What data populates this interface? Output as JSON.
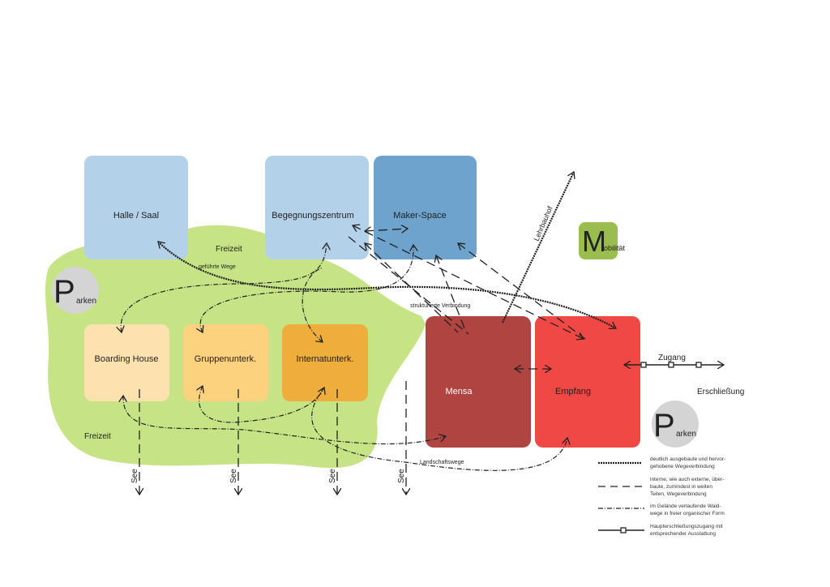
{
  "colors": {
    "green_area": "#c6e485",
    "halle": "#b3d1e8",
    "begegnung": "#b3d1e8",
    "maker": "#6ea3cd",
    "boarding": "#fde2b0",
    "gruppen": "#fdd27f",
    "internat": "#efae3c",
    "mensa": "#b04441",
    "empfang": "#ef4845",
    "mobilitaet": "#9bbd4f",
    "parken": "#d4d4d4"
  },
  "blocks": {
    "halle": "Halle / Saal",
    "begegnung": "Begegnungszentrum",
    "maker": "Maker-Space",
    "boarding": "Boarding House",
    "gruppen": "Gruppenunterk.",
    "internat": "Internatunterk.",
    "mensa": "Mensa",
    "empfang": "Empfang",
    "mobilitaet_initial": "M",
    "mobilitaet_rest": "obilität"
  },
  "parken": {
    "initial": "P",
    "rest": "arken"
  },
  "labels": {
    "freizeit_top": "Freizeit",
    "freizeit_bottom": "Freizeit",
    "gefuehrte_wege": "geführte Wege",
    "strukturierte": "strukturierte Verbindung",
    "landschaftswege": "Landschaftswege",
    "lehrbauhof": "Lehrbauhof",
    "zugang": "Zugang",
    "erschliessung": "Erschließung",
    "see": "See"
  },
  "legend": [
    {
      "type": "wavy",
      "lines": [
        "deutlich ausgebaute und hervor-",
        "gehobene Wegeverbindung"
      ]
    },
    {
      "type": "dashed",
      "lines": [
        "interne, wie auch externe, über-",
        "baute, zumindest in weiten",
        "Teilen, Wegeverbindung"
      ]
    },
    {
      "type": "dashdot",
      "lines": [
        "im Gelände verlaufende Wald-",
        "wege in freier organischer Form"
      ]
    },
    {
      "type": "access",
      "lines": [
        "Haupterschließungszugang mit",
        "entsprechender Ausstattung"
      ]
    }
  ]
}
